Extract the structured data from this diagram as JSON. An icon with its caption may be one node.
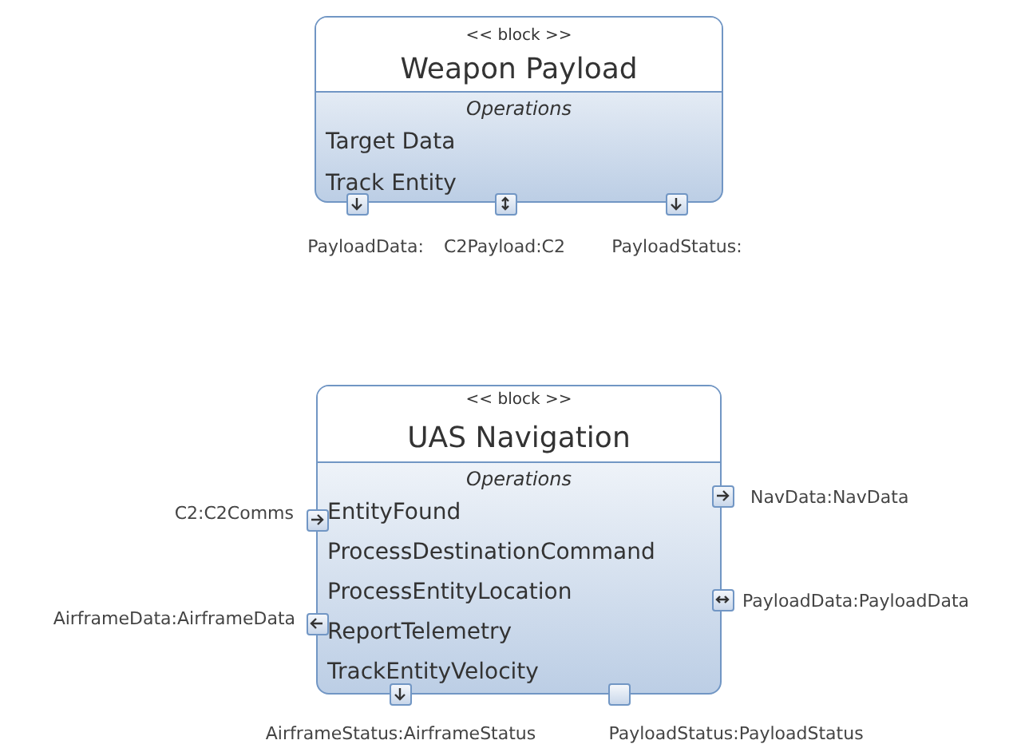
{
  "diagram": {
    "nodes": [
      {
        "text": [
          "<< block >>",
          "Weapon Payload",
          "Operations",
          "Target Data",
          "Track Entity"
        ]
      },
      {
        "text": [],
        "shape": "box",
        "beside": [
          "PayloadData:"
        ]
      },
      {
        "text": [],
        "shape": "box",
        "beside": [
          "C2Payload:C2"
        ]
      },
      {
        "text": [],
        "shape": "box",
        "beside": [
          "PayloadStatus:"
        ]
      },
      {
        "text": [
          "<< block >>",
          "UAS Navigation",
          "Operations",
          "EntityFound",
          "ProcessDestinationCommand",
          "ProcessEntityLocation",
          "ReportTelemetry",
          "TrackEntityVelocity"
        ]
      },
      {
        "text": [],
        "shape": "box",
        "beside": [
          "C2:C2Comms"
        ]
      },
      {
        "text": [],
        "shape": "box",
        "beside": [
          "NavData:NavData"
        ]
      },
      {
        "text": [],
        "shape": "box",
        "beside": [
          "AirframeData:AirframeData"
        ]
      },
      {
        "text": [],
        "shape": "box",
        "beside": [
          "PayloadData:PayloadData"
        ]
      },
      {
        "text": [],
        "shape": "box",
        "beside": [
          "AirframeStatus:AirframeStatus"
        ]
      },
      {
        "text": [],
        "shape": "box",
        "beside": [
          "PayloadStatus:PayloadStatus"
        ]
      }
    ],
    "edges": []
  }
}
